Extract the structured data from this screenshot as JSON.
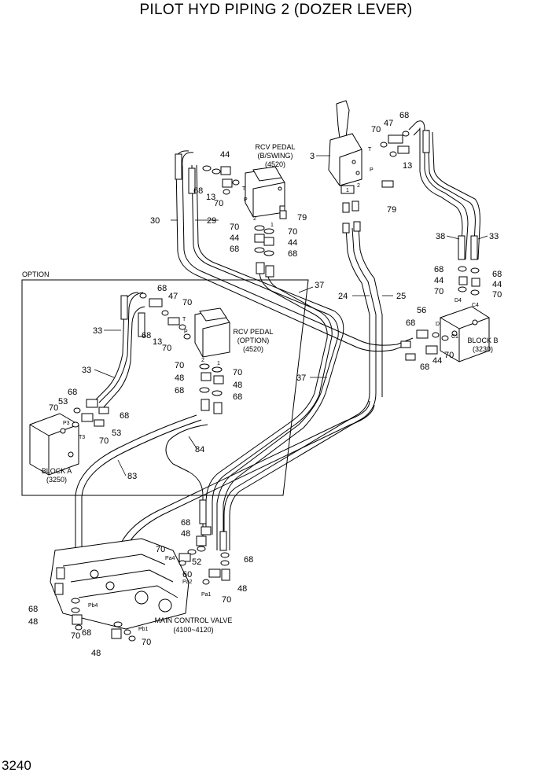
{
  "title": "PILOT HYD PIPING 2 (DOZER LEVER)",
  "page_number": "3240",
  "components": {
    "rcv_pedal_swing": [
      "RCV PEDAL",
      "(B/SWING)",
      "(4520)"
    ],
    "rcv_pedal_option": [
      "RCV PEDAL",
      "(OPTION)",
      "(4520)"
    ],
    "block_a": [
      "BLOCK A",
      "(3250)"
    ],
    "block_b": [
      "BLOCK B",
      "(3230)"
    ],
    "main_control_valve": [
      "MAIN CONTROL VALVE",
      "(4100~4120)"
    ],
    "option_frame": "OPTION"
  },
  "part_labels": [
    {
      "id": "p44a",
      "text": "44"
    },
    {
      "id": "p68a",
      "text": "68"
    },
    {
      "id": "p13a",
      "text": "13"
    },
    {
      "id": "p70a",
      "text": "70"
    },
    {
      "id": "p30",
      "text": "30"
    },
    {
      "id": "p29",
      "text": "29"
    },
    {
      "id": "p70b",
      "text": "70"
    },
    {
      "id": "p44b",
      "text": "44"
    },
    {
      "id": "p68b",
      "text": "68"
    },
    {
      "id": "p70c",
      "text": "70"
    },
    {
      "id": "p44c",
      "text": "44"
    },
    {
      "id": "p68c",
      "text": "68"
    },
    {
      "id": "p79a",
      "text": "79"
    },
    {
      "id": "p3",
      "text": "3"
    },
    {
      "id": "p70d",
      "text": "70"
    },
    {
      "id": "p47a",
      "text": "47"
    },
    {
      "id": "p68d",
      "text": "68"
    },
    {
      "id": "p13b",
      "text": "13"
    },
    {
      "id": "p79b",
      "text": "79"
    },
    {
      "id": "p38",
      "text": "38"
    },
    {
      "id": "p33a",
      "text": "33"
    },
    {
      "id": "p68e",
      "text": "68"
    },
    {
      "id": "p44d",
      "text": "44"
    },
    {
      "id": "p70e",
      "text": "70"
    },
    {
      "id": "p68f",
      "text": "68"
    },
    {
      "id": "p44e",
      "text": "44"
    },
    {
      "id": "p70f",
      "text": "70"
    },
    {
      "id": "p37a",
      "text": "37"
    },
    {
      "id": "p24",
      "text": "24"
    },
    {
      "id": "p25",
      "text": "25"
    },
    {
      "id": "p56",
      "text": "56"
    },
    {
      "id": "p68g",
      "text": "68"
    },
    {
      "id": "p70g",
      "text": "70"
    },
    {
      "id": "p44f",
      "text": "44"
    },
    {
      "id": "p68h",
      "text": "68"
    },
    {
      "id": "p68i",
      "text": "68"
    },
    {
      "id": "p47b",
      "text": "47"
    },
    {
      "id": "p70h",
      "text": "70"
    },
    {
      "id": "p33b",
      "text": "33"
    },
    {
      "id": "p68j",
      "text": "68"
    },
    {
      "id": "p13c",
      "text": "13"
    },
    {
      "id": "p70i",
      "text": "70"
    },
    {
      "id": "p70j",
      "text": "70"
    },
    {
      "id": "p48a",
      "text": "48"
    },
    {
      "id": "p68k",
      "text": "68"
    },
    {
      "id": "p70k",
      "text": "70"
    },
    {
      "id": "p48b",
      "text": "48"
    },
    {
      "id": "p68l",
      "text": "68"
    },
    {
      "id": "p37b",
      "text": "37"
    },
    {
      "id": "p33c",
      "text": "33"
    },
    {
      "id": "p68m",
      "text": "68"
    },
    {
      "id": "p53a",
      "text": "53"
    },
    {
      "id": "p70l",
      "text": "70"
    },
    {
      "id": "p68n",
      "text": "68"
    },
    {
      "id": "p53b",
      "text": "53"
    },
    {
      "id": "p70m",
      "text": "70"
    },
    {
      "id": "p84",
      "text": "84"
    },
    {
      "id": "p83",
      "text": "83"
    },
    {
      "id": "p68o",
      "text": "68"
    },
    {
      "id": "p48c",
      "text": "48"
    },
    {
      "id": "p70n",
      "text": "70"
    },
    {
      "id": "p60",
      "text": "60"
    },
    {
      "id": "p52",
      "text": "52"
    },
    {
      "id": "p68p",
      "text": "68"
    },
    {
      "id": "p48d",
      "text": "48"
    },
    {
      "id": "p70o",
      "text": "70"
    },
    {
      "id": "p68q",
      "text": "68"
    },
    {
      "id": "p48e",
      "text": "48"
    },
    {
      "id": "p70p",
      "text": "70"
    },
    {
      "id": "p68r",
      "text": "68"
    },
    {
      "id": "p48f",
      "text": "48"
    },
    {
      "id": "p70q",
      "text": "70"
    }
  ],
  "port_labels": [
    {
      "id": "t1",
      "text": "T"
    },
    {
      "id": "t2",
      "text": "P"
    },
    {
      "id": "t3",
      "text": "2"
    },
    {
      "id": "t4",
      "text": "1"
    },
    {
      "id": "t5",
      "text": "T"
    },
    {
      "id": "t6",
      "text": "P"
    },
    {
      "id": "t7",
      "text": "1"
    },
    {
      "id": "t8",
      "text": "2"
    },
    {
      "id": "t9",
      "text": "D4"
    },
    {
      "id": "t10",
      "text": "C4"
    },
    {
      "id": "t11",
      "text": "D"
    },
    {
      "id": "t12",
      "text": "C1"
    },
    {
      "id": "t13",
      "text": "T"
    },
    {
      "id": "t14",
      "text": "P"
    },
    {
      "id": "t15",
      "text": "2"
    },
    {
      "id": "t16",
      "text": "1"
    },
    {
      "id": "t17",
      "text": "P3"
    },
    {
      "id": "t18",
      "text": "T3"
    },
    {
      "id": "t19",
      "text": "Pa4"
    },
    {
      "id": "t20",
      "text": "Pa2"
    },
    {
      "id": "t21",
      "text": "Pa1"
    },
    {
      "id": "t22",
      "text": "Pb4"
    },
    {
      "id": "t23",
      "text": "Pb1"
    }
  ]
}
